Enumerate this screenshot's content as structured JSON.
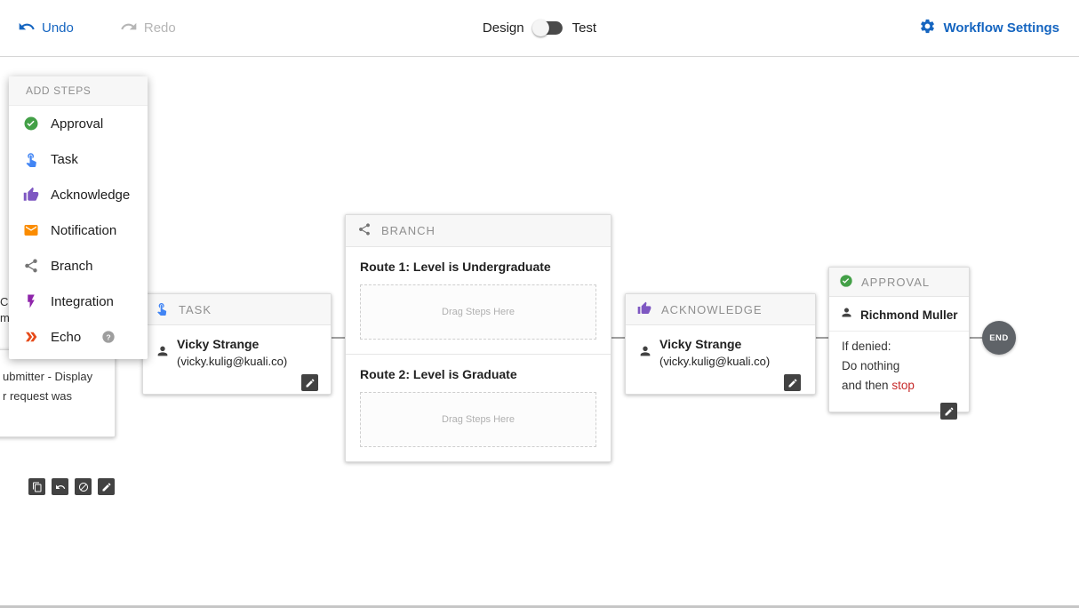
{
  "toolbar": {
    "undo_label": "Undo",
    "redo_label": "Redo",
    "mode_design": "Design",
    "mode_test": "Test",
    "settings_label": "Workflow Settings"
  },
  "add_steps_menu": {
    "header": "ADD STEPS",
    "items": [
      {
        "label": "Approval",
        "icon": "check-circle"
      },
      {
        "label": "Task",
        "icon": "touch-hand"
      },
      {
        "label": "Acknowledge",
        "icon": "thumb-up"
      },
      {
        "label": "Notification",
        "icon": "envelope"
      },
      {
        "label": "Branch",
        "icon": "share"
      },
      {
        "label": "Integration",
        "icon": "lightning"
      },
      {
        "label": "Echo",
        "icon": "double-chevron",
        "help_icon": "question-mark"
      }
    ]
  },
  "canvas": {
    "clipped_card": {
      "line1": "ubmitter - Display",
      "line2": "r request was"
    },
    "fragments": {
      "f1": "C",
      "f2": "m"
    },
    "nodes": {
      "task": {
        "type": "TASK",
        "assignee": "Vicky Strange",
        "email": "(vicky.kulig@kuali.co)"
      },
      "branch": {
        "type": "BRANCH",
        "route1_title": "Route 1: Level is Undergraduate",
        "route2_title": "Route 2: Level is Graduate",
        "drop_hint": "Drag Steps Here"
      },
      "acknowledge": {
        "type": "ACKNOWLEDGE",
        "assignee": "Vicky Strange",
        "email": "(vicky.kulig@kuali.co)"
      },
      "approval": {
        "type": "APPROVAL",
        "assignee": "Richmond Muller",
        "denied_label": "If denied:",
        "denied_line1": "Do nothing",
        "denied_line2_prefix": "and then ",
        "denied_line2_action": "stop"
      },
      "end": {
        "label": "END"
      }
    }
  },
  "colors": {
    "accent_blue": "#1565c0",
    "approval_green": "#43a047",
    "task_blue": "#4285f4",
    "acknowledge_purple": "#7e57c2",
    "notification_orange": "#fb8c00",
    "branch_gray": "#757575",
    "integration_purple": "#8e24aa",
    "echo_orange": "#e64a19",
    "stop_red": "#c62828",
    "end_node_gray": "#5f6368"
  }
}
